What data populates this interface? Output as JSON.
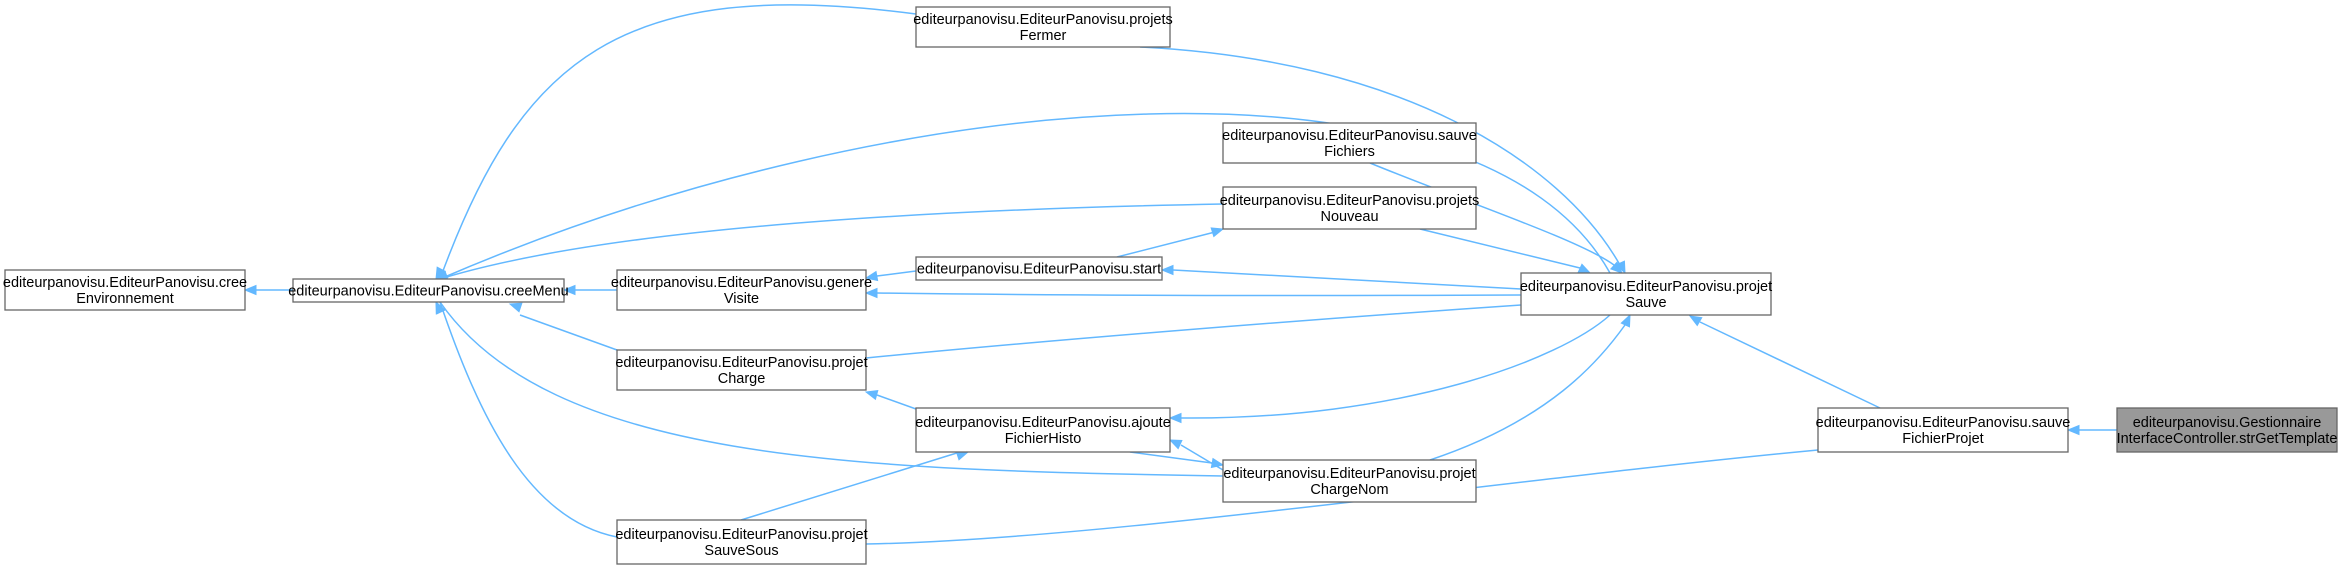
{
  "nodes": [
    {
      "id": "cree",
      "lines": [
        "editeurpanovisu.EditeurPanovisu.cree",
        "Environnement"
      ]
    },
    {
      "id": "creeMenu",
      "lines": [
        "editeurpanovisu.EditeurPanovisu.creeMenu"
      ]
    },
    {
      "id": "genere",
      "lines": [
        "editeurpanovisu.EditeurPanovisu.genere",
        "Visite"
      ]
    },
    {
      "id": "projetCharge",
      "lines": [
        "editeurpanovisu.EditeurPanovisu.projet",
        "Charge"
      ]
    },
    {
      "id": "sauveSous",
      "lines": [
        "editeurpanovisu.EditeurPanovisu.projet",
        "SauveSous"
      ]
    },
    {
      "id": "fermer",
      "lines": [
        "editeurpanovisu.EditeurPanovisu.projets",
        "Fermer"
      ]
    },
    {
      "id": "fichiers",
      "lines": [
        "editeurpanovisu.EditeurPanovisu.sauve",
        "Fichiers"
      ]
    },
    {
      "id": "nouveau",
      "lines": [
        "editeurpanovisu.EditeurPanovisu.projets",
        "Nouveau"
      ]
    },
    {
      "id": "start",
      "lines": [
        "editeurpanovisu.EditeurPanovisu.start"
      ]
    },
    {
      "id": "ajoute",
      "lines": [
        "editeurpanovisu.EditeurPanovisu.ajoute",
        "FichierHisto"
      ]
    },
    {
      "id": "chargeNom",
      "lines": [
        "editeurpanovisu.EditeurPanovisu.projet",
        "ChargeNom"
      ]
    },
    {
      "id": "projetSauve",
      "lines": [
        "editeurpanovisu.EditeurPanovisu.projet",
        "Sauve"
      ]
    },
    {
      "id": "sauveFichier",
      "lines": [
        "editeurpanovisu.EditeurPanovisu.sauve",
        "FichierProjet"
      ]
    },
    {
      "id": "root",
      "lines": [
        "editeurpanovisu.Gestionnaire",
        "InterfaceController.strGetTemplate"
      ]
    }
  ],
  "edges": [
    {
      "from": "creeMenu",
      "to": "cree"
    },
    {
      "from": "fermer",
      "to": "creeMenu"
    },
    {
      "from": "projetSauve",
      "to": "creeMenu"
    },
    {
      "from": "nouveau",
      "to": "creeMenu"
    },
    {
      "from": "genere",
      "to": "creeMenu"
    },
    {
      "from": "projetCharge",
      "to": "creeMenu"
    },
    {
      "from": "chargeNom",
      "to": "creeMenu"
    },
    {
      "from": "sauveSous",
      "to": "creeMenu"
    },
    {
      "from": "start",
      "to": "genere"
    },
    {
      "from": "projetSauve",
      "to": "genere"
    },
    {
      "from": "projetSauve",
      "to": "projetCharge"
    },
    {
      "from": "ajoute",
      "to": "projetCharge"
    },
    {
      "from": "sauveFichier",
      "to": "sauveSous"
    },
    {
      "from": "ajoute",
      "to": "sauveSous"
    },
    {
      "from": "nouveau",
      "to": "start"
    },
    {
      "from": "projetSauve",
      "to": "start"
    },
    {
      "from": "projetSauve",
      "to": "ajoute"
    },
    {
      "from": "chargeNom",
      "to": "ajoute"
    },
    {
      "from": "ajoute",
      "to": "chargeNom"
    },
    {
      "from": "projetSauve",
      "to": "chargeNom"
    },
    {
      "from": "projetSauve",
      "to": "fermer"
    },
    {
      "from": "projetSauve",
      "to": "fichiers"
    },
    {
      "from": "projetSauve",
      "to": "nouveau"
    },
    {
      "from": "sauveFichier",
      "to": "projetSauve"
    },
    {
      "from": "root",
      "to": "sauveFichier"
    }
  ],
  "colors": {
    "edge": "#63b8ff",
    "node_fill": "#ffffff",
    "node_border": "#666666",
    "root_fill": "#999999"
  }
}
